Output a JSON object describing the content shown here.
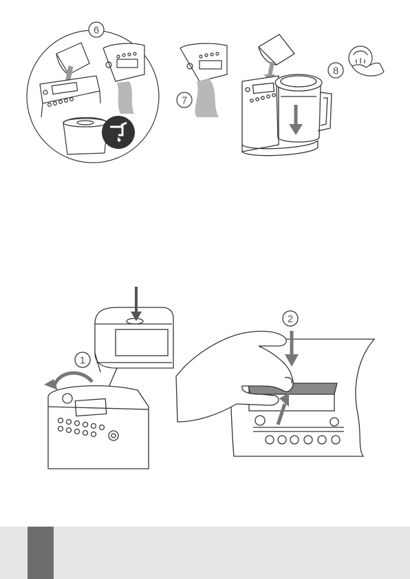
{
  "steps": {
    "six": "6",
    "seven": "7",
    "eight": "8",
    "one": "1",
    "two": "2"
  },
  "colors": {
    "line": "#333333",
    "mist": "#b8b8b8",
    "arrow": "#6f6f6f",
    "footer": "#e6e6e6",
    "footer_tab": "#6d6d6d"
  },
  "icons": {
    "water_tap": "tap-drop-icon",
    "touch_button": "finger-press-icon"
  }
}
